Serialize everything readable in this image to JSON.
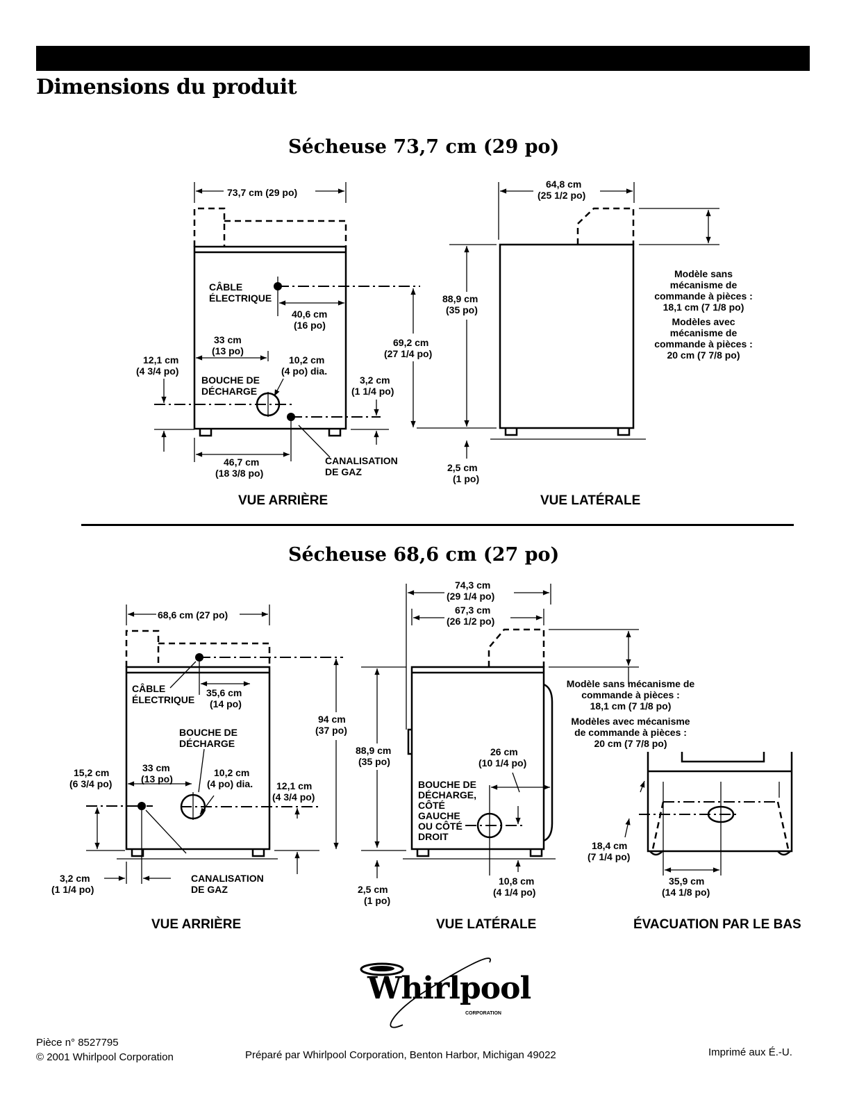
{
  "page_title": "Dimensions du produit",
  "sections": [
    {
      "title": "Sécheuse 73,7 cm (29 po)",
      "views": [
        "VUE ARRIÈRE",
        "VUE LATÉRALE"
      ]
    },
    {
      "title": "Sécheuse 68,6 cm (27 po)",
      "views": [
        "VUE ARRIÈRE",
        "VUE LATÉRALE",
        "ÉVACUATION PAR LE BAS"
      ]
    }
  ],
  "dims29": {
    "width": "73,7 cm (29 po)",
    "depth_cm": "64,8 cm",
    "depth_po": "(25 1/2 po)",
    "cable_1": "CÂBLE",
    "cable_2": "ÉLECTRIQUE",
    "cable_off_cm": "40,6 cm",
    "cable_off_po": "(16 po)",
    "vent_x_cm": "33 cm",
    "vent_x_po": "(13 po)",
    "vent_h_cm": "12,1 cm",
    "vent_h_po": "(4 3/4 po)",
    "vent_d_cm": "10,2 cm",
    "vent_d_po": "(4 po) dia.",
    "vent_1": "BOUCHE DE",
    "vent_2": "DÉCHARGE",
    "gas_h_cm": "3,2 cm",
    "gas_h_po": "(1 1/4 po)",
    "cable_h_cm": "69,2 cm",
    "cable_h_po": "(27 1/4 po)",
    "height_cm": "88,9 cm",
    "height_po": "(35 po)",
    "gas_x_cm": "46,7 cm",
    "gas_x_po": "(18 3/8 po)",
    "gas_1": "CANALISATION",
    "gas_2": "DE GAZ",
    "feet_cm": "2,5 cm",
    "feet_po": "(1 po)",
    "note": [
      "Modèle sans",
      "mécanisme de",
      "commande à pièces :",
      "18,1 cm (7 1/8 po)",
      "Modèles avec",
      "mécanisme de",
      "commande à pièces :",
      "20 cm (7 7/8 po)"
    ]
  },
  "dims27": {
    "width": "68,6 cm (27 po)",
    "cable_1": "CÂBLE",
    "cable_2": "ÉLECTRIQUE",
    "cable_off_cm": "35,6 cm",
    "cable_off_po": "(14 po)",
    "vent_1": "BOUCHE DE",
    "vent_2": "DÉCHARGE",
    "gas_h_cm": "15,2 cm",
    "gas_h_po": "(6 3/4 po)",
    "vent_x_cm": "33 cm",
    "vent_x_po": "(13 po)",
    "vent_d_cm": "10,2 cm",
    "vent_d_po": "(4 po) dia.",
    "vent_h_cm": "12,1 cm",
    "vent_h_po": "(4 3/4 po)",
    "cable_h_cm": "94 cm",
    "cable_h_po": "(37 po)",
    "gas_x_cm": "3,2 cm",
    "gas_x_po": "(1 1/4 po)",
    "gas_1": "CANALISATION",
    "gas_2": "DE GAZ",
    "depth_total_cm": "74,3 cm",
    "depth_total_po": "(29 1/4 po)",
    "depth_cm": "67,3 cm",
    "depth_po": "(26 1/2 po)",
    "height_cm": "88,9 cm",
    "height_po": "(35 po)",
    "side_vent_cm": "26 cm",
    "side_vent_po": "(10 1/4 po)",
    "side_vent_label": [
      "BOUCHE DE",
      "DÉCHARGE,",
      "CÔTÉ",
      "GAUCHE",
      "OU CÔTÉ",
      "DROIT"
    ],
    "feet_cm": "2,5 cm",
    "feet_po": "(1 po)",
    "side_vent_h_cm": "10,8 cm",
    "side_vent_h_po": "(4 1/4 po)",
    "note": [
      "Modèle sans mécanisme de",
      "commande à pièces :",
      "18,1 cm (7 1/8 po)",
      "Modèles avec mécanisme",
      "de commande à pièces :",
      "20 cm (7 7/8 po)"
    ],
    "bottom_h_cm": "18,4 cm",
    "bottom_h_po": "(7 1/4 po)",
    "bottom_x_cm": "35,9 cm",
    "bottom_x_po": "(14 1/8 po)"
  },
  "logo": {
    "word": "Whirlpool",
    "sub": "CORPORATION"
  },
  "footer": {
    "part": "Pièce n° 8527795",
    "copyright": "© 2001 Whirlpool Corporation",
    "prepared": "Préparé par Whirlpool Corporation, Benton Harbor, Michigan 49022",
    "printed": "Imprimé aux É.-U."
  }
}
